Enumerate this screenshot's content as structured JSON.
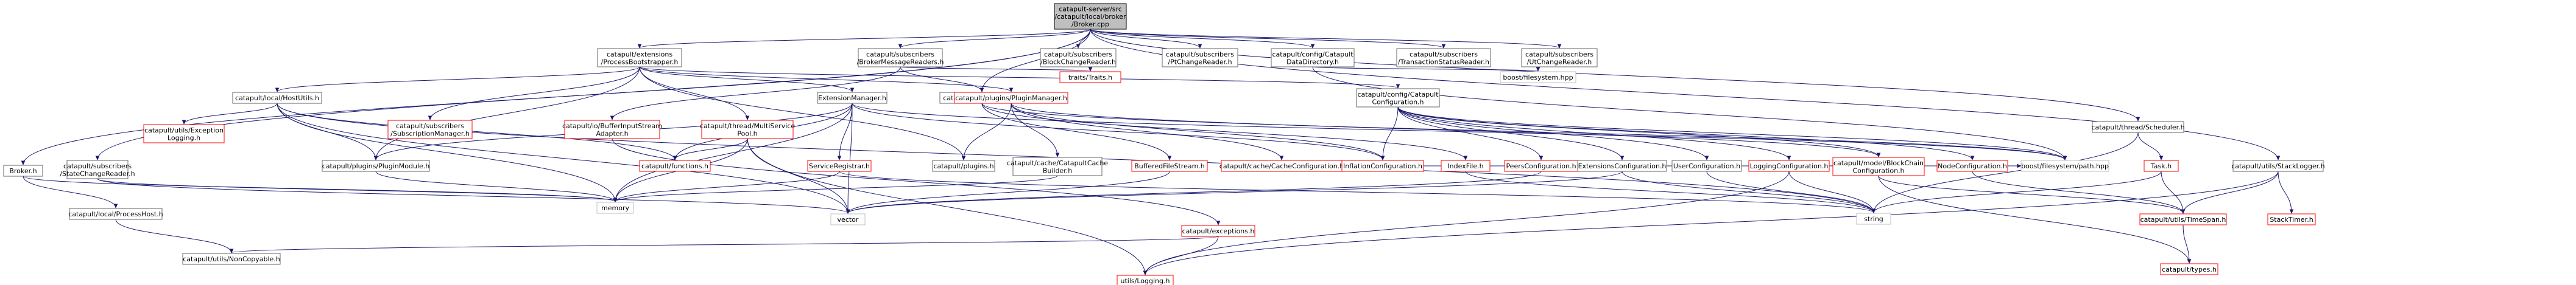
{
  "colors": {
    "edge": "#191970",
    "root_fill": "#bfbfbf",
    "documented_border": "#666666",
    "undocumented_border": "#ff0000",
    "external_border": "#bfbfbf"
  },
  "nodes": [
    {
      "id": "root",
      "kind": "root",
      "lines": [
        "catapult-server/src",
        "/catapult/local/broker",
        "/Broker.cpp"
      ]
    },
    {
      "id": "brokerh",
      "kind": "doc",
      "lines": [
        "Broker.h"
      ]
    },
    {
      "id": "statechange",
      "kind": "doc",
      "lines": [
        "catapult/subscribers",
        "/StateChangeReader.h"
      ]
    },
    {
      "id": "hostutils",
      "kind": "doc",
      "lines": [
        "catapult/local/HostUtils.h"
      ]
    },
    {
      "id": "procbootstrap",
      "kind": "doc",
      "lines": [
        "catapult/extensions",
        "/ProcessBootstrapper.h"
      ]
    },
    {
      "id": "brokermsg",
      "kind": "doc",
      "lines": [
        "catapult/subscribers",
        "/BrokerMessageReaders.h"
      ]
    },
    {
      "id": "blockchange",
      "kind": "doc",
      "lines": [
        "catapult/subscribers",
        "/BlockChangeReader.h"
      ]
    },
    {
      "id": "ptchange",
      "kind": "doc",
      "lines": [
        "catapult/subscribers",
        "/PtChangeReader.h"
      ]
    },
    {
      "id": "datadir",
      "kind": "doc",
      "lines": [
        "catapult/config/Catapult",
        "DataDirectory.h"
      ]
    },
    {
      "id": "txstatus",
      "kind": "doc",
      "lines": [
        "catapult/subscribers",
        "/TransactionStatusReader.h"
      ]
    },
    {
      "id": "utchange",
      "kind": "doc",
      "lines": [
        "catapult/subscribers",
        "/UtChangeReader.h"
      ]
    },
    {
      "id": "scheduler",
      "kind": "doc",
      "lines": [
        "catapult/thread/Scheduler.h"
      ]
    },
    {
      "id": "stacklogger",
      "kind": "doc",
      "lines": [
        "catapult/utils/StackLogger.h"
      ]
    },
    {
      "id": "filequeue",
      "kind": "doc",
      "lines": [
        "catapult/io/FileQueue.h"
      ]
    },
    {
      "id": "excLogging",
      "kind": "red",
      "lines": [
        "catapult/utils/Exception",
        "Logging.h"
      ]
    },
    {
      "id": "submgr",
      "kind": "red",
      "lines": [
        "catapult/subscribers",
        "/SubscriptionManager.h"
      ]
    },
    {
      "id": "bufstream",
      "kind": "red",
      "lines": [
        "catapult/io/BufferInputStream",
        "Adapter.h"
      ]
    },
    {
      "id": "multiservice",
      "kind": "red",
      "lines": [
        "catapult/thread/MultiService",
        "Pool.h"
      ]
    },
    {
      "id": "extmgr",
      "kind": "doc",
      "lines": [
        "ExtensionManager.h"
      ]
    },
    {
      "id": "pluginmgr",
      "kind": "red",
      "lines": [
        "catapult/plugins/PluginManager.h"
      ]
    },
    {
      "id": "traits",
      "kind": "red",
      "lines": [
        "traits/Traits.h"
      ]
    },
    {
      "id": "catconfig",
      "kind": "doc",
      "lines": [
        "catapult/config/Catapult",
        "Configuration.h"
      ]
    },
    {
      "id": "boostfs",
      "kind": "ext",
      "lines": [
        "boost/filesystem.hpp"
      ]
    },
    {
      "id": "pluginmodule",
      "kind": "doc",
      "lines": [
        "catapult/plugins/PluginModule.h"
      ]
    },
    {
      "id": "functions",
      "kind": "red",
      "lines": [
        "catapult/functions.h"
      ]
    },
    {
      "id": "servicereg",
      "kind": "red",
      "lines": [
        "ServiceRegistrar.h"
      ]
    },
    {
      "id": "pluginsh",
      "kind": "doc",
      "lines": [
        "catapult/plugins.h"
      ]
    },
    {
      "id": "cachebuilder",
      "kind": "doc",
      "lines": [
        "catapult/cache/CatapultCache",
        "Builder.h"
      ]
    },
    {
      "id": "bufferedfs",
      "kind": "red",
      "lines": [
        "BufferedFileStream.h"
      ]
    },
    {
      "id": "cacheconfig",
      "kind": "red",
      "lines": [
        "catapult/cache/CacheConfiguration.h"
      ]
    },
    {
      "id": "inflation",
      "kind": "red",
      "lines": [
        "InflationConfiguration.h"
      ]
    },
    {
      "id": "indexfile",
      "kind": "red",
      "lines": [
        "IndexFile.h"
      ]
    },
    {
      "id": "peersconf",
      "kind": "red",
      "lines": [
        "PeersConfiguration.h"
      ]
    },
    {
      "id": "extconf",
      "kind": "doc",
      "lines": [
        "ExtensionsConfiguration.h"
      ]
    },
    {
      "id": "userconf",
      "kind": "doc",
      "lines": [
        "UserConfiguration.h"
      ]
    },
    {
      "id": "logconf",
      "kind": "red",
      "lines": [
        "LoggingConfiguration.h"
      ]
    },
    {
      "id": "blockchainconf",
      "kind": "red",
      "lines": [
        "catapult/model/BlockChain",
        "Configuration.h"
      ]
    },
    {
      "id": "nodeconf",
      "kind": "red",
      "lines": [
        "NodeConfiguration.h"
      ]
    },
    {
      "id": "boostpath",
      "kind": "ext",
      "lines": [
        "boost/filesystem/path.hpp"
      ]
    },
    {
      "id": "task",
      "kind": "red",
      "lines": [
        "Task.h"
      ]
    },
    {
      "id": "processhost",
      "kind": "doc",
      "lines": [
        "catapult/local/ProcessHost.h"
      ]
    },
    {
      "id": "memory",
      "kind": "ext",
      "lines": [
        "memory"
      ]
    },
    {
      "id": "vector",
      "kind": "ext",
      "lines": [
        "vector"
      ]
    },
    {
      "id": "exceptions",
      "kind": "red",
      "lines": [
        "catapult/exceptions.h"
      ]
    },
    {
      "id": "string",
      "kind": "ext",
      "lines": [
        "string"
      ]
    },
    {
      "id": "timespan",
      "kind": "red",
      "lines": [
        "catapult/utils/TimeSpan.h"
      ]
    },
    {
      "id": "stacktimer",
      "kind": "red",
      "lines": [
        "StackTimer.h"
      ]
    },
    {
      "id": "noncopyable",
      "kind": "doc",
      "lines": [
        "catapult/utils/NonCopyable.h"
      ]
    },
    {
      "id": "logging",
      "kind": "red",
      "lines": [
        "utils/Logging.h"
      ]
    },
    {
      "id": "types",
      "kind": "red",
      "lines": [
        "catapult/types.h"
      ]
    }
  ],
  "edges": [
    [
      "root",
      "brokerh"
    ],
    [
      "root",
      "statechange"
    ],
    [
      "root",
      "procbootstrap"
    ],
    [
      "root",
      "brokermsg"
    ],
    [
      "root",
      "blockchange"
    ],
    [
      "root",
      "ptchange"
    ],
    [
      "root",
      "datadir"
    ],
    [
      "root",
      "txstatus"
    ],
    [
      "root",
      "utchange"
    ],
    [
      "root",
      "scheduler"
    ],
    [
      "root",
      "stacklogger"
    ],
    [
      "root",
      "filequeue"
    ],
    [
      "brokerh",
      "memory"
    ],
    [
      "brokerh",
      "processhost"
    ],
    [
      "statechange",
      "memory"
    ],
    [
      "statechange",
      "vector"
    ],
    [
      "procbootstrap",
      "hostutils"
    ],
    [
      "procbootstrap",
      "submgr"
    ],
    [
      "procbootstrap",
      "multiservice"
    ],
    [
      "procbootstrap",
      "extmgr"
    ],
    [
      "procbootstrap",
      "pluginmgr"
    ],
    [
      "procbootstrap",
      "pluginsh"
    ],
    [
      "procbootstrap",
      "catconfig"
    ],
    [
      "procbootstrap",
      "pluginmodule"
    ],
    [
      "brokermsg",
      "filequeue"
    ],
    [
      "brokermsg",
      "bufstream"
    ],
    [
      "brokermsg",
      "traits"
    ],
    [
      "datadir",
      "boostfs"
    ],
    [
      "datadir",
      "boostpath"
    ],
    [
      "filequeue",
      "bufferedfs"
    ],
    [
      "filequeue",
      "indexfile"
    ],
    [
      "filequeue",
      "boostpath"
    ],
    [
      "hostutils",
      "excLogging"
    ],
    [
      "hostutils",
      "pluginmodule"
    ],
    [
      "hostutils",
      "functions"
    ],
    [
      "hostutils",
      "memory"
    ],
    [
      "hostutils",
      "vector"
    ],
    [
      "hostutils",
      "string"
    ],
    [
      "bufstream",
      "exceptions"
    ],
    [
      "multiservice",
      "functions"
    ],
    [
      "multiservice",
      "logging"
    ],
    [
      "multiservice",
      "memory"
    ],
    [
      "multiservice",
      "vector"
    ],
    [
      "extmgr",
      "pluginmodule"
    ],
    [
      "extmgr",
      "functions"
    ],
    [
      "extmgr",
      "servicereg"
    ],
    [
      "extmgr",
      "memory"
    ],
    [
      "extmgr",
      "vector"
    ],
    [
      "extmgr",
      "inflation"
    ],
    [
      "extmgr",
      "boostpath"
    ],
    [
      "pluginmgr",
      "pluginsh"
    ],
    [
      "pluginmgr",
      "cachebuilder"
    ],
    [
      "pluginmgr",
      "cacheconfig"
    ],
    [
      "pluginmgr",
      "inflation"
    ],
    [
      "pluginmgr",
      "blockchainconf"
    ],
    [
      "catconfig",
      "inflation"
    ],
    [
      "catconfig",
      "peersconf"
    ],
    [
      "catconfig",
      "extconf"
    ],
    [
      "catconfig",
      "userconf"
    ],
    [
      "catconfig",
      "logconf"
    ],
    [
      "catconfig",
      "blockchainconf"
    ],
    [
      "catconfig",
      "nodeconf"
    ],
    [
      "catconfig",
      "boostpath"
    ],
    [
      "pluginmodule",
      "memory"
    ],
    [
      "servicereg",
      "memory"
    ],
    [
      "servicereg",
      "string"
    ],
    [
      "cachebuilder",
      "memory"
    ],
    [
      "bufferedfs",
      "vector"
    ],
    [
      "cacheconfig",
      "boostpath"
    ],
    [
      "indexfile",
      "string"
    ],
    [
      "peersconf",
      "vector"
    ],
    [
      "extconf",
      "vector"
    ],
    [
      "extconf",
      "string"
    ],
    [
      "userconf",
      "string"
    ],
    [
      "logconf",
      "string"
    ],
    [
      "logconf",
      "logging"
    ],
    [
      "blockchainconf",
      "timespan"
    ],
    [
      "blockchainconf",
      "types"
    ],
    [
      "nodeconf",
      "timespan"
    ],
    [
      "scheduler",
      "task"
    ],
    [
      "scheduler",
      "string"
    ],
    [
      "task",
      "timespan"
    ],
    [
      "task",
      "string"
    ],
    [
      "stacklogger",
      "stacktimer"
    ],
    [
      "stacklogger",
      "logging"
    ],
    [
      "stacklogger",
      "timespan"
    ],
    [
      "processhost",
      "noncopyable"
    ],
    [
      "exceptions",
      "logging"
    ],
    [
      "exceptions",
      "noncopyable"
    ],
    [
      "timespan",
      "types"
    ]
  ]
}
